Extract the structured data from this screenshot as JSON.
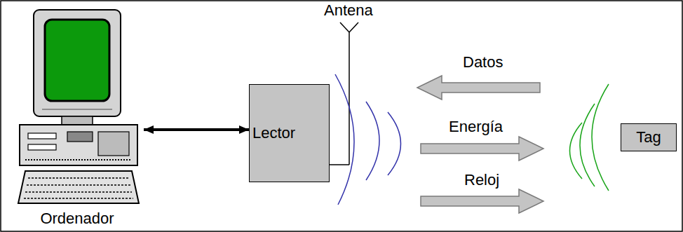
{
  "diagram": {
    "nodes": [
      {
        "text": [
          "Ordenador"
        ]
      },
      {
        "text": [
          "Lector"
        ]
      },
      {
        "text": [
          "Tag"
        ]
      }
    ],
    "edges": [
      {
        "from": 0,
        "to": 1,
        "arrow": "both"
      }
    ],
    "labels": [
      "Antena",
      "Datos",
      "Energía",
      "Reloj"
    ]
  }
}
